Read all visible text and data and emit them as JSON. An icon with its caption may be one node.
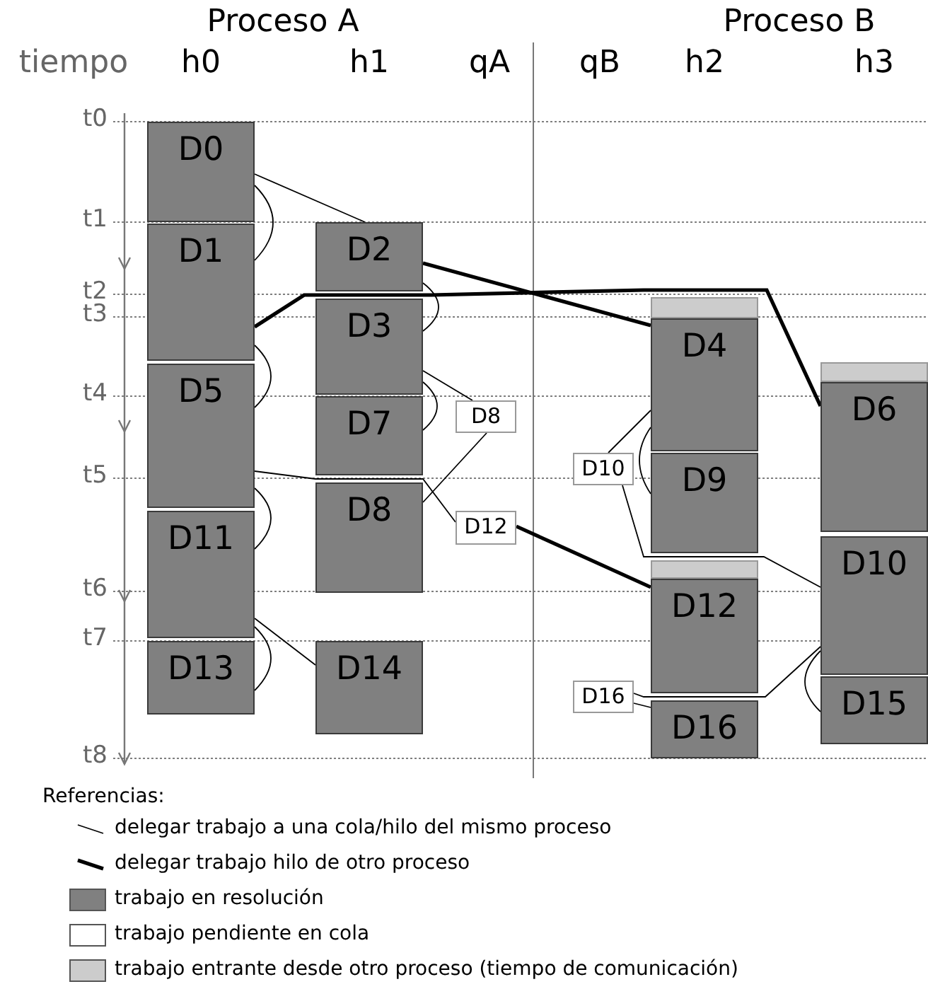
{
  "diagram": {
    "nodes": [
      {
        "text": [
          "D0"
        ]
      },
      {
        "text": [
          "D1"
        ]
      },
      {
        "text": [
          "D2"
        ]
      },
      {
        "text": [
          "D3"
        ]
      },
      {
        "text": [],
        "shape": "bar"
      },
      {
        "text": [
          "D4"
        ]
      },
      {
        "text": [
          "D5"
        ]
      },
      {
        "text": [],
        "shape": "bar"
      },
      {
        "text": [
          "D6"
        ]
      },
      {
        "text": [
          "D7"
        ]
      },
      {
        "text": [
          "D8"
        ]
      },
      {
        "text": [
          "D10"
        ]
      },
      {
        "text": [
          "D9"
        ]
      },
      {
        "text": [
          "D8"
        ]
      },
      {
        "text": [
          "D11"
        ]
      },
      {
        "text": [
          "D12"
        ]
      },
      {
        "text": [
          "D10"
        ]
      },
      {
        "text": [],
        "shape": "bar"
      },
      {
        "text": [
          "D12"
        ]
      },
      {
        "text": [
          "D13"
        ]
      },
      {
        "text": [
          "D14"
        ]
      },
      {
        "text": [
          "D15"
        ]
      },
      {
        "text": [
          "D16"
        ]
      },
      {
        "text": [
          "D16"
        ]
      }
    ],
    "edges": [
      {
        "from": 0,
        "to": 2,
        "arrow": "none"
      },
      {
        "from": 0,
        "to": 1,
        "arrow": "none"
      },
      {
        "from": 2,
        "to": 5,
        "arrow": "none",
        "style": "thick"
      },
      {
        "from": 2,
        "to": 3,
        "arrow": "none"
      },
      {
        "from": 1,
        "to": 8,
        "arrow": "none",
        "style": "thick"
      },
      {
        "from": 1,
        "to": 6,
        "arrow": "none"
      },
      {
        "from": 3,
        "to": 10,
        "arrow": "none"
      },
      {
        "from": 3,
        "to": 9,
        "arrow": "none"
      },
      {
        "from": 5,
        "to": 11,
        "arrow": "none"
      },
      {
        "from": 5,
        "to": 12,
        "arrow": "none"
      },
      {
        "from": 10,
        "to": 13,
        "arrow": "none"
      },
      {
        "from": 6,
        "to": 15,
        "arrow": "none"
      },
      {
        "from": 6,
        "to": 14,
        "arrow": "none"
      },
      {
        "from": 11,
        "to": 16,
        "arrow": "none"
      },
      {
        "from": 15,
        "to": 18,
        "arrow": "none",
        "style": "thick"
      },
      {
        "from": 14,
        "to": 20,
        "arrow": "none"
      },
      {
        "from": 14,
        "to": 19,
        "arrow": "none"
      },
      {
        "from": 16,
        "to": 22,
        "arrow": "none"
      },
      {
        "from": 16,
        "to": 21,
        "arrow": "none"
      },
      {
        "from": 22,
        "to": 23,
        "arrow": "none"
      }
    ],
    "labels": [
      "Proceso A",
      "Proceso B",
      "tiempo",
      "h0",
      "h1",
      "qA",
      "qB",
      "h2",
      "h3",
      "t0",
      "t1",
      "t2",
      "t3",
      "t4",
      "t5",
      "t6",
      "t7",
      "t8",
      "Referencias:"
    ],
    "legend": [
      {
        "text": "delegar trabajo a una cola/hilo del mismo proceso"
      },
      {
        "text": "delegar trabajo hilo de otro proceso"
      },
      {
        "text": "trabajo en resolución",
        "color": "#808080"
      },
      {
        "text": "trabajo pendiente en cola",
        "color": "#ffffff"
      },
      {
        "text": "trabajo entrante desde otro proceso (tiempo de comunicación)",
        "color": "#cccccc"
      }
    ]
  }
}
